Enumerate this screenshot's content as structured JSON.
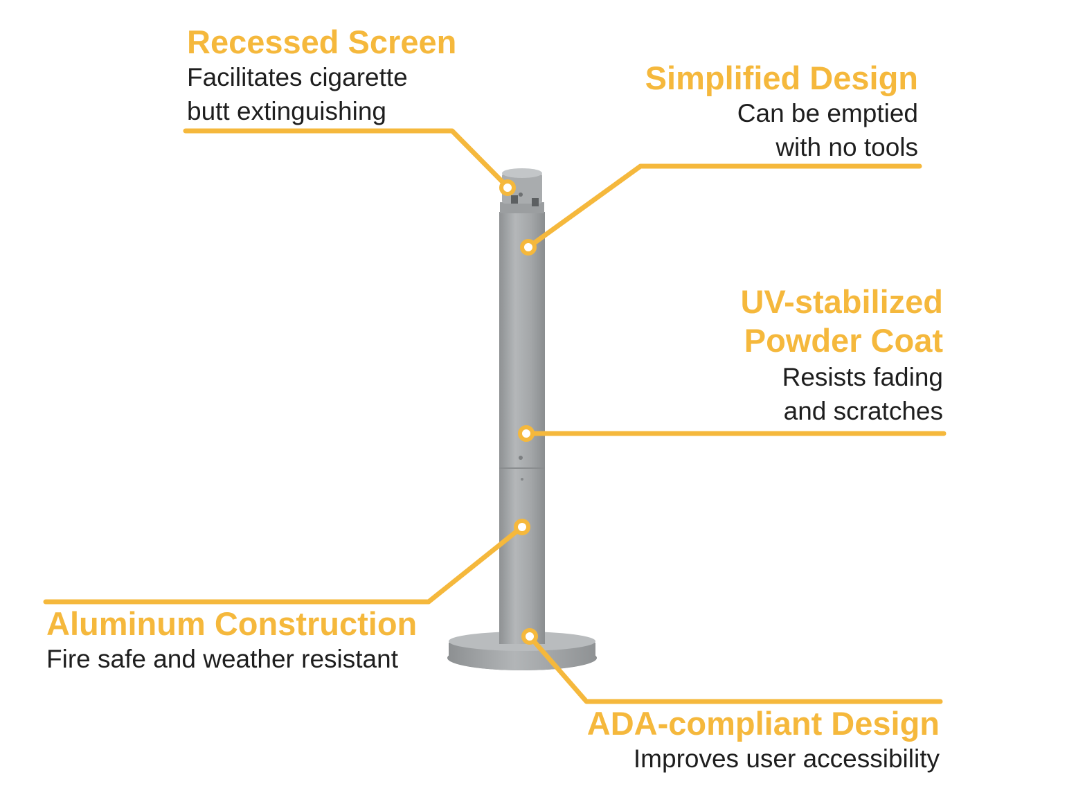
{
  "colors": {
    "accent": "#f5b83c",
    "text": "#1e1e1e",
    "pole": "#a6a9ab"
  },
  "callouts": {
    "recessed_screen": {
      "title": "Recessed Screen",
      "desc_lines": [
        "Facilitates cigarette",
        "butt extinguishing"
      ]
    },
    "simplified_design": {
      "title": "Simplified Design",
      "desc_lines": [
        "Can be emptied",
        "with no tools"
      ]
    },
    "uv_powder_coat": {
      "title_lines": [
        "UV-stabilized",
        "Powder Coat"
      ],
      "desc_lines": [
        "Resists fading",
        "and scratches"
      ]
    },
    "aluminum_construction": {
      "title": "Aluminum Construction",
      "desc_lines": [
        "Fire safe and weather resistant"
      ]
    },
    "ada_design": {
      "title": "ADA-compliant Design",
      "desc_lines": [
        "Improves user accessibility"
      ]
    }
  }
}
